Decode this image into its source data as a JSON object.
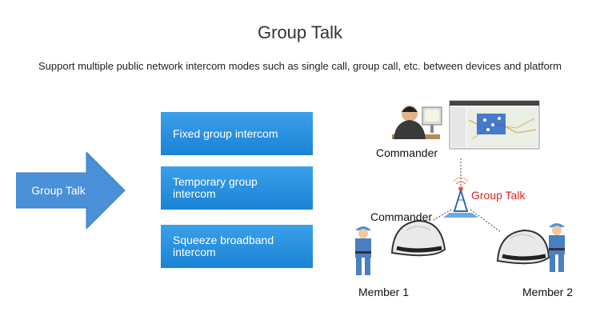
{
  "title": "Group Talk",
  "subtitle": "Support multiple public network intercom modes such as single call, group call, etc. between devices and platform",
  "arrow_label": "Group Talk",
  "modes": [
    "Fixed group intercom",
    "Temporary group intercom",
    "Squeeze broadband intercom"
  ],
  "scene": {
    "commander_top": "Commander",
    "commander_mid": "Commander",
    "group_talk": "Group Talk",
    "member1": "Member 1",
    "member2": "Member 2"
  },
  "colors": {
    "box_blue": "#1b83d6",
    "arrow_blue": "#4a90d9",
    "group_talk_red": "#e02020"
  },
  "icons": [
    "monitor-map-icon",
    "operator-icon",
    "tower-icon",
    "helmet-icon",
    "worker-icon"
  ]
}
